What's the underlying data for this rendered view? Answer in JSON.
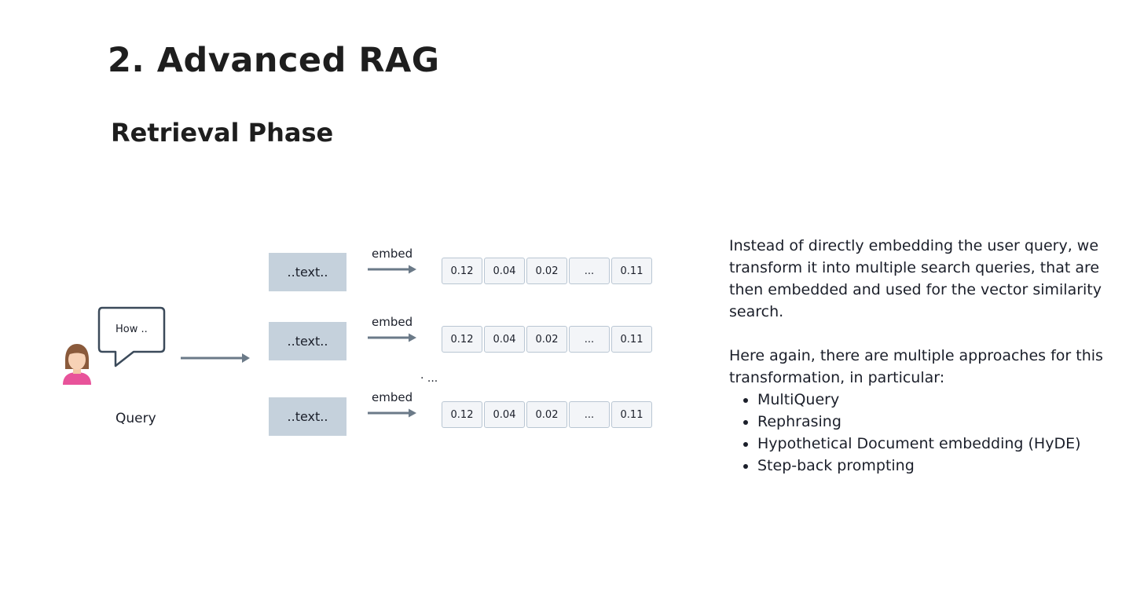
{
  "title": "2. Advanced RAG",
  "subtitle": "Retrieval Phase",
  "diagram": {
    "bubble_text": "How ..",
    "query_label": "Query",
    "text_box_label": "..text..",
    "embed_label": "embed",
    "between_dots": "·  ...",
    "rows": [
      {
        "text": "..text..",
        "embed": "embed",
        "cells": [
          "0.12",
          "0.04",
          "0.02",
          "...",
          "0.11"
        ]
      },
      {
        "text": "..text..",
        "embed": "embed",
        "cells": [
          "0.12",
          "0.04",
          "0.02",
          "...",
          "0.11"
        ]
      },
      {
        "text": "..text..",
        "embed": "embed",
        "cells": [
          "0.12",
          "0.04",
          "0.02",
          "...",
          "0.11"
        ]
      }
    ]
  },
  "description": {
    "paragraph1": "Instead of directly embedding the user query, we transform it into multiple search queries, that are then embedded and used for the vector similarity search.",
    "paragraph2": "Here again, there are multiple approaches for this transformation, in particular:",
    "bullets": [
      "MultiQuery",
      "Rephrasing",
      "Hypothetical Document embedding (HyDE)",
      "Step-back prompting"
    ]
  },
  "colors": {
    "text_box_fill": "#c5d1dc",
    "arrow": "#6b7a88",
    "cell_border": "#b9c6d3",
    "avatar_shirt": "#e8539a",
    "avatar_hair": "#8a5a3b"
  }
}
